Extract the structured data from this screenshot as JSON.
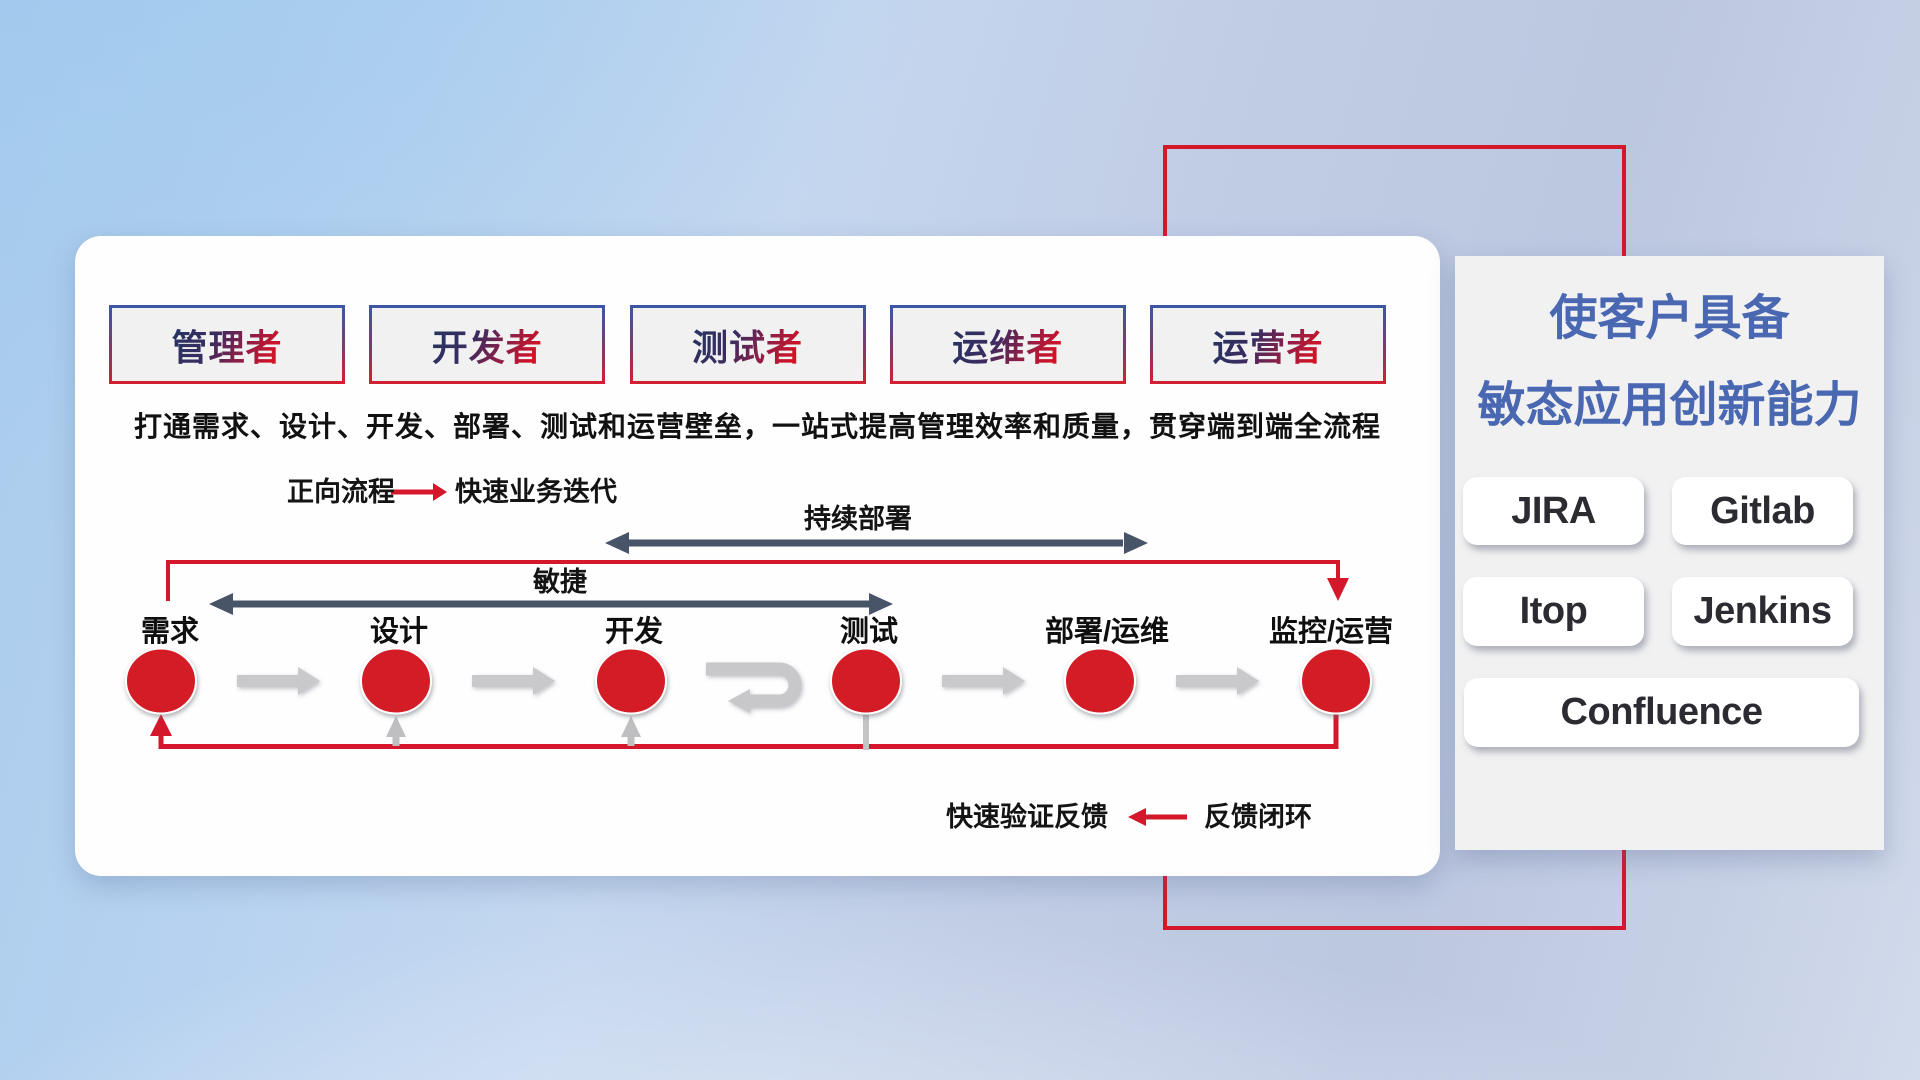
{
  "roles": {
    "items": [
      {
        "label": "管理者"
      },
      {
        "label": "开发者"
      },
      {
        "label": "测试者"
      },
      {
        "label": "运维者"
      },
      {
        "label": "运营者"
      }
    ]
  },
  "description": "打通需求、设计、开发、部署、测试和运营壁垒，一站式提高管理效率和质量，贯穿端到端全流程",
  "legend_forward": {
    "label": "正向流程",
    "value": "快速业务迭代"
  },
  "legend_feedback": {
    "label": "快速验证反馈",
    "value": "反馈闭环"
  },
  "span_arrows": {
    "continuous_deploy": "持续部署",
    "agile": "敏捷"
  },
  "process": {
    "nodes": [
      {
        "label": "需求"
      },
      {
        "label": "设计"
      },
      {
        "label": "开发"
      },
      {
        "label": "测试"
      },
      {
        "label": "部署/运维"
      },
      {
        "label": "监控/运营"
      }
    ]
  },
  "side_panel": {
    "title_line1": "使客户具备",
    "title_line2": "敏态应用创新能力",
    "tools": [
      "JIRA",
      "Gitlab",
      "Itop",
      "Jenkins",
      "Confluence"
    ]
  },
  "colors": {
    "accent_red": "#d5172b",
    "node_red": "#d31b28",
    "dark_arrow": "#485468",
    "gray_arrow": "#c8c8ca",
    "title_blue": "#4a68b2",
    "box_border_top": "#3b57a3",
    "box_border_bottom": "#d12030"
  }
}
